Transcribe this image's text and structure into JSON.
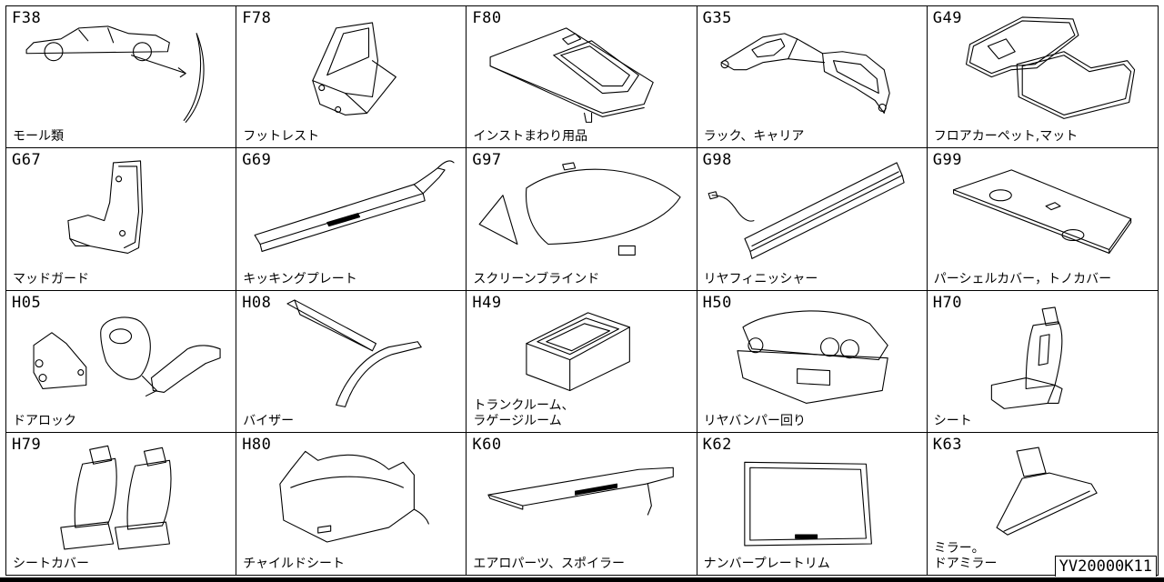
{
  "catalog_id": "YV20000K11",
  "cells": [
    {
      "code": "F38",
      "label": "モール類"
    },
    {
      "code": "F78",
      "label": "フットレスト"
    },
    {
      "code": "F80",
      "label": "インストまわり用品"
    },
    {
      "code": "G35",
      "label": "ラック、キャリア"
    },
    {
      "code": "G49",
      "label": "フロアカーペット,マット"
    },
    {
      "code": "G67",
      "label": "マッドガード"
    },
    {
      "code": "G69",
      "label": "キッキングプレート"
    },
    {
      "code": "G97",
      "label": "スクリーンブラインド"
    },
    {
      "code": "G98",
      "label": "リヤフィニッシャー"
    },
    {
      "code": "G99",
      "label": "パーシェルカバー，トノカバー"
    },
    {
      "code": "H05",
      "label": "ドアロック"
    },
    {
      "code": "H08",
      "label": "バイザー"
    },
    {
      "code": "H49",
      "label": "トランクルーム、\nラゲージルーム"
    },
    {
      "code": "H50",
      "label": "リヤバンパー回り"
    },
    {
      "code": "H70",
      "label": "シート"
    },
    {
      "code": "H79",
      "label": "シートカバー"
    },
    {
      "code": "H80",
      "label": "チャイルドシート"
    },
    {
      "code": "K60",
      "label": "エアロパーツ、スポイラー"
    },
    {
      "code": "K62",
      "label": "ナンバープレートリム"
    },
    {
      "code": "K63",
      "label": "ミラー。\nドアミラー"
    }
  ]
}
